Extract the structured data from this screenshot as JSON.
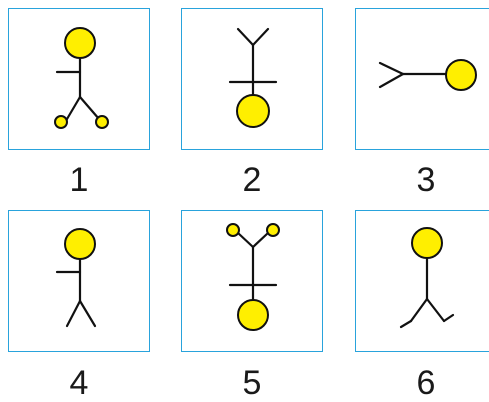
{
  "colors": {
    "panel_border": "#29a3dc",
    "figure_fill": "#ffef00",
    "figure_stroke": "#111111"
  },
  "panels": [
    {
      "label": "1",
      "figure": "stick-figure-head-up-feet-balls-icon"
    },
    {
      "label": "2",
      "figure": "stick-figure-inverted-icon"
    },
    {
      "label": "3",
      "figure": "stick-figure-horizontal-icon"
    },
    {
      "label": "4",
      "figure": "stick-figure-head-up-icon"
    },
    {
      "label": "5",
      "figure": "stick-figure-inverted-hand-balls-icon"
    },
    {
      "label": "6",
      "figure": "stick-figure-head-up-no-arm-icon"
    }
  ]
}
